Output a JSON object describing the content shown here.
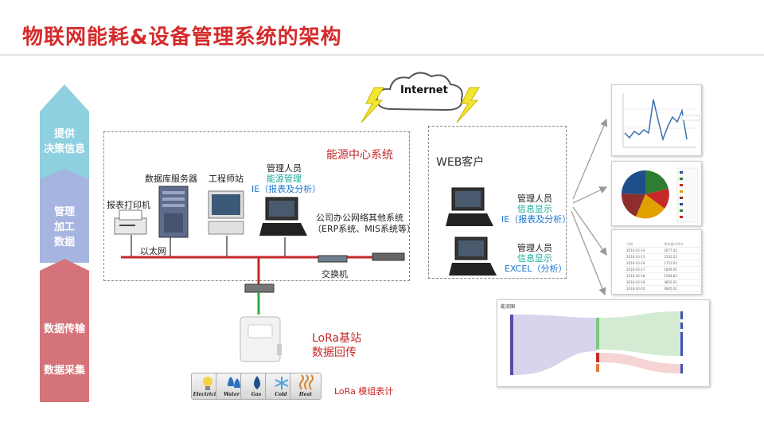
{
  "title": "物联网能耗&设备管理系统的架构",
  "sidebar": {
    "decision": [
      "提供",
      "决策信息"
    ],
    "process": [
      "管理",
      "加工",
      "数据"
    ],
    "transfer": "数据传输",
    "collect": "数据采集"
  },
  "cloud": {
    "label": "Internet"
  },
  "energy_center": {
    "title": "能源中心系统",
    "printer": "报表打印机",
    "db_server": "数据库服务器",
    "engineer": "工程师站",
    "admin_title": "管理人员",
    "admin_role": "能源管理",
    "admin_desc": "IE（报表及分析）",
    "office_line1": "公司办公网络其他系统",
    "office_line2": "（ERP系统、MIS系统等）",
    "ethernet": "以太网",
    "switch": "交换机"
  },
  "web": {
    "title": "WEB客户",
    "c1_title": "管理人员",
    "c1_role": "信息显示",
    "c1_desc": "IE（报表及分析）",
    "c2_title": "管理人员",
    "c2_role": "信息显示",
    "c2_desc": "EXCEL（分析）"
  },
  "lora": {
    "station_line1": "LoRa基站",
    "station_line2": "数据回传",
    "meter": "LoRa 模组表计"
  },
  "sensors": [
    "Electricity",
    "Water",
    "Gas",
    "Cold",
    "Heat"
  ],
  "panels": {
    "table": {
      "headers": [
        "日期",
        "用电量(kWh)"
      ],
      "rows": [
        [
          "2016-10-14",
          "2977.42"
        ],
        [
          "2016-10-15",
          "1502.22"
        ],
        [
          "2016-10-16",
          "1752.62"
        ],
        [
          "2016-10-17",
          "1849.95"
        ],
        [
          "2016-10-18",
          "1584.82"
        ],
        [
          "2016-10-19",
          "4850.01"
        ],
        [
          "2016-10-20",
          "4665.02"
        ]
      ]
    },
    "sankey_title": "能流图"
  },
  "colors": {
    "title": "#d42b2b",
    "decision": "#8ecfe0",
    "process": "#a6b5e0",
    "collect": "#d5737a",
    "red_line": "#c62828",
    "bolt": "#f3e633"
  }
}
